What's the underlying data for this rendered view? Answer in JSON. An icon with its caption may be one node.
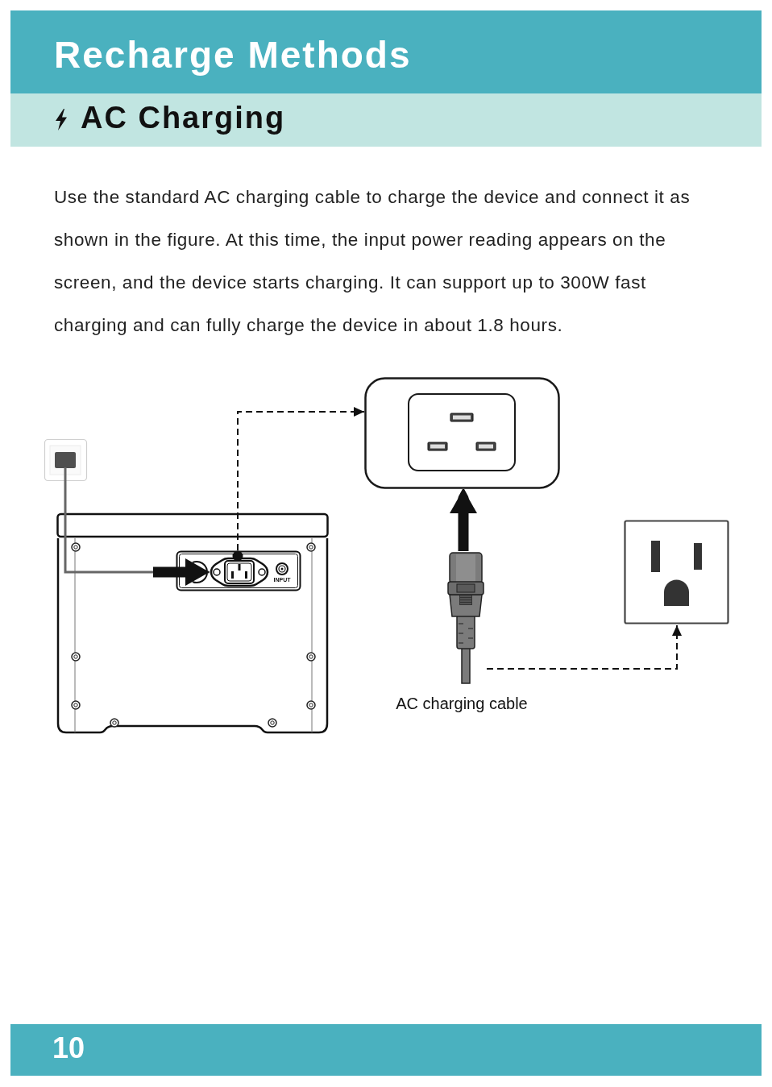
{
  "diagram": {
    "title": "Recharge Methods",
    "nodes": [
      {
        "text": [],
        "shape": "picture"
      },
      {
        "text": [],
        "shape": "picture"
      },
      {
        "text": [],
        "shape": "picture",
        "in": 1
      },
      {
        "text": [],
        "shape": "picture"
      },
      {
        "text": [],
        "shape": "picture",
        "beside": [
          "AC charging cable"
        ]
      },
      {
        "text": [],
        "shape": "picture"
      }
    ],
    "edges": [
      {
        "from": 0,
        "to": 2,
        "arrow": "to",
        "color": "#666666"
      },
      {
        "from": 2,
        "to": 3,
        "arrow": "to",
        "style": "dashed"
      },
      {
        "from": 4,
        "to": 3,
        "arrow": "to",
        "style": "thick"
      },
      {
        "from": 4,
        "to": 5,
        "arrow": "to",
        "style": "dashed"
      }
    ],
    "labels": [
      "AC Charging",
      "Use the standard AC charging cable to charge the device and connect it as shown in the figure. At this time, the input power reading appears on the screen, and the device starts charging. It can support up to 300W fast charging and can fully charge the device in about 1.8 hours.",
      "INPUT",
      "10"
    ]
  }
}
